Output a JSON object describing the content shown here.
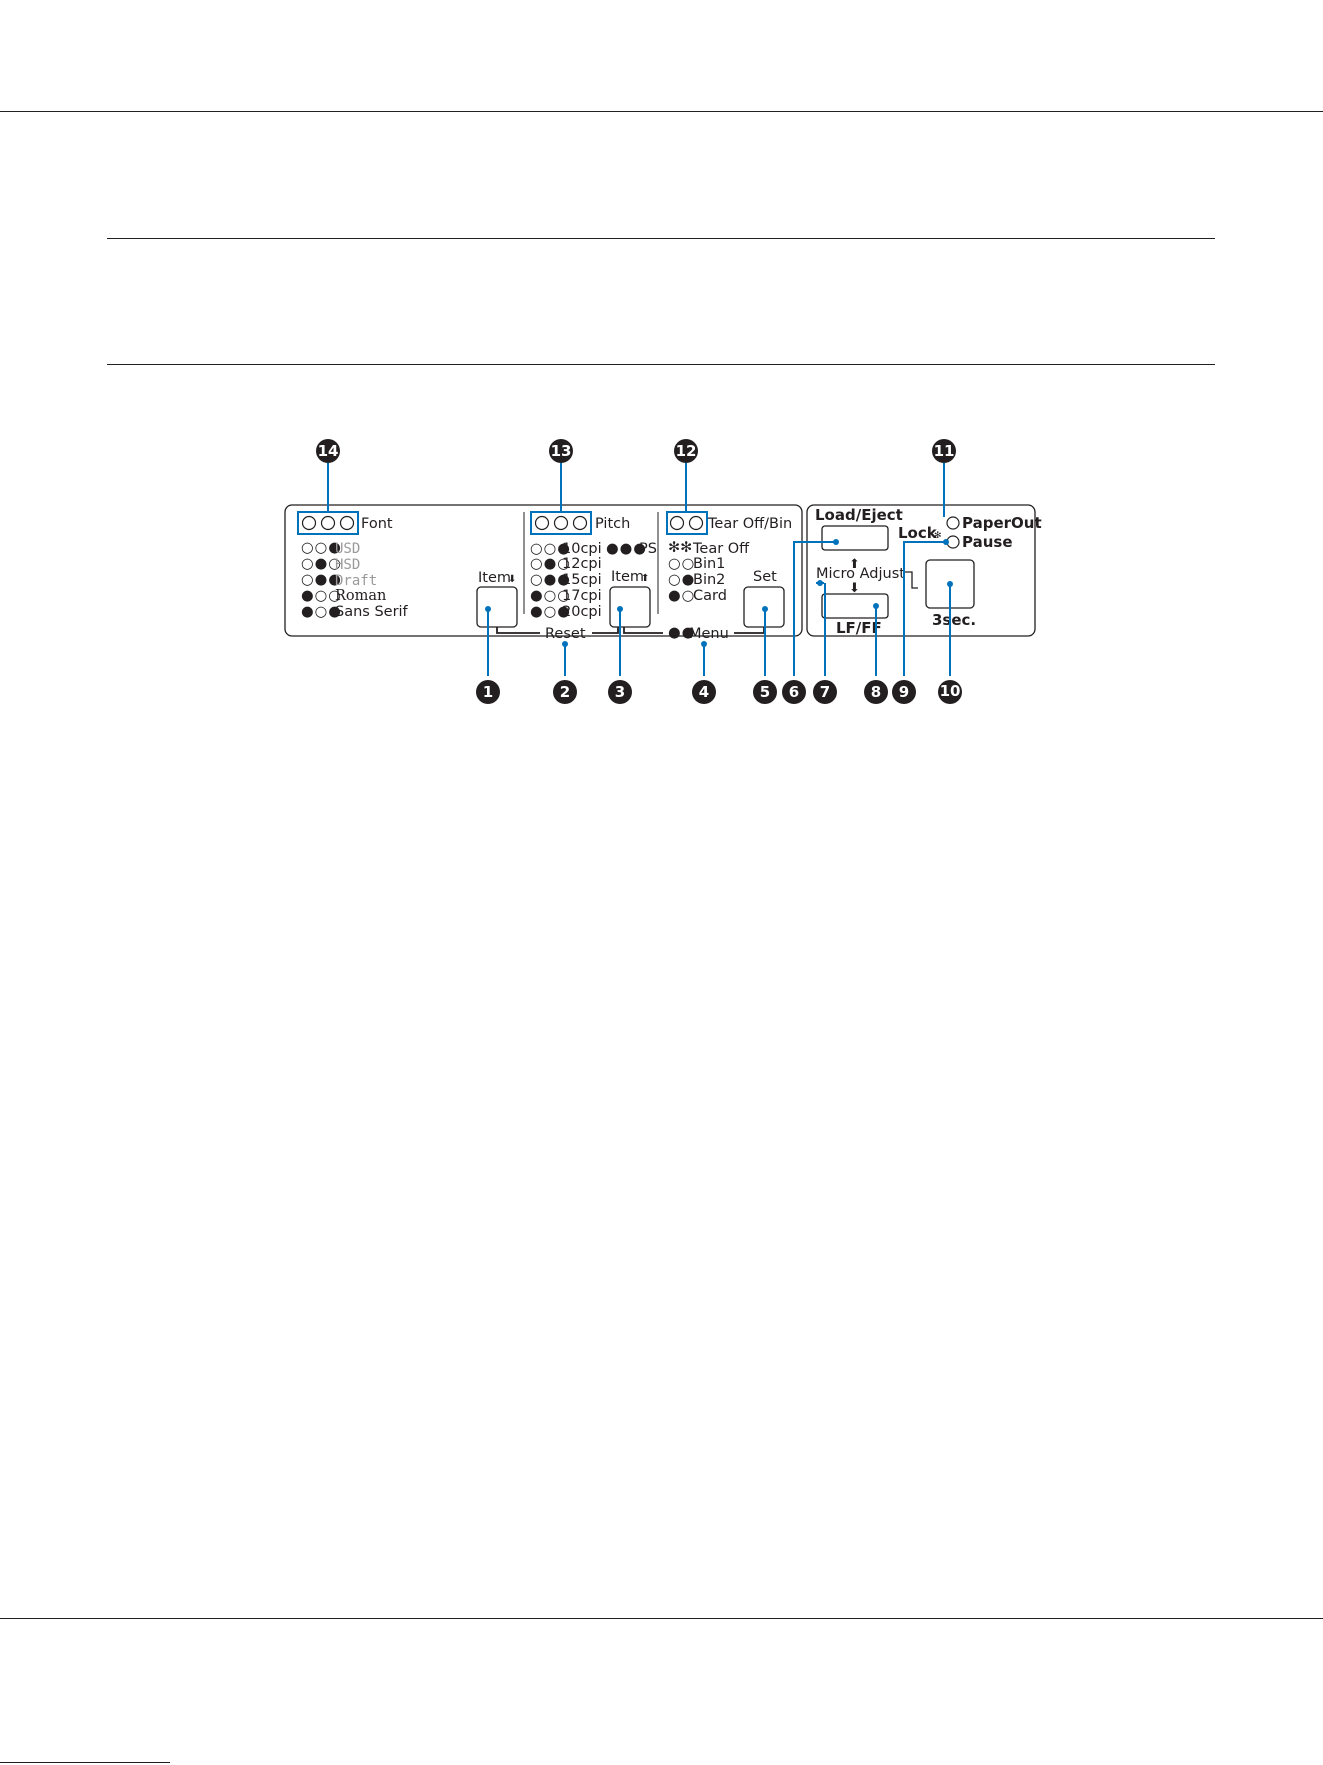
{
  "panel": {
    "font_group": {
      "label": "Font",
      "items": [
        {
          "pattern": "○○●",
          "label": "USD"
        },
        {
          "pattern": "○●○",
          "label": "HSD"
        },
        {
          "pattern": "○●●",
          "label": "Draft"
        },
        {
          "pattern": "●○○",
          "label": "Roman"
        },
        {
          "pattern": "●○●",
          "label": "Sans Serif"
        }
      ]
    },
    "pitch_group": {
      "label": "Pitch",
      "items": [
        {
          "pattern": "○○●",
          "label": "10cpi"
        },
        {
          "pattern": "○●○",
          "label": "12cpi"
        },
        {
          "pattern": "○●●",
          "label": "15cpi"
        },
        {
          "pattern": "●○○",
          "label": "17cpi"
        },
        {
          "pattern": "●○●",
          "label": "20cpi"
        }
      ],
      "ps": {
        "pattern": "●●●",
        "label": "PS"
      }
    },
    "tear_group": {
      "label": "Tear Off/Bin",
      "items": [
        {
          "pattern": "✻✻",
          "label": "Tear Off"
        },
        {
          "pattern": "○○",
          "label": "Bin1"
        },
        {
          "pattern": "○●",
          "label": "Bin2"
        },
        {
          "pattern": "●○",
          "label": "Card"
        }
      ],
      "menu_pattern": "●●"
    },
    "buttons": {
      "item_down": "Item",
      "item_up": "Item",
      "set": "Set",
      "load_eject": "Load/Eject",
      "lf_ff": "LF/FF",
      "pause_button": "3sec."
    },
    "combo_labels": {
      "reset": "Reset",
      "menu": "Menu",
      "micro_adjust": "Micro Adjust",
      "lock": "Lock"
    },
    "lights": {
      "paper_out": "PaperOut",
      "pause": "Pause"
    }
  },
  "callouts": [
    "1",
    "2",
    "3",
    "4",
    "5",
    "6",
    "7",
    "8",
    "9",
    "10",
    "11",
    "12",
    "13",
    "14"
  ]
}
